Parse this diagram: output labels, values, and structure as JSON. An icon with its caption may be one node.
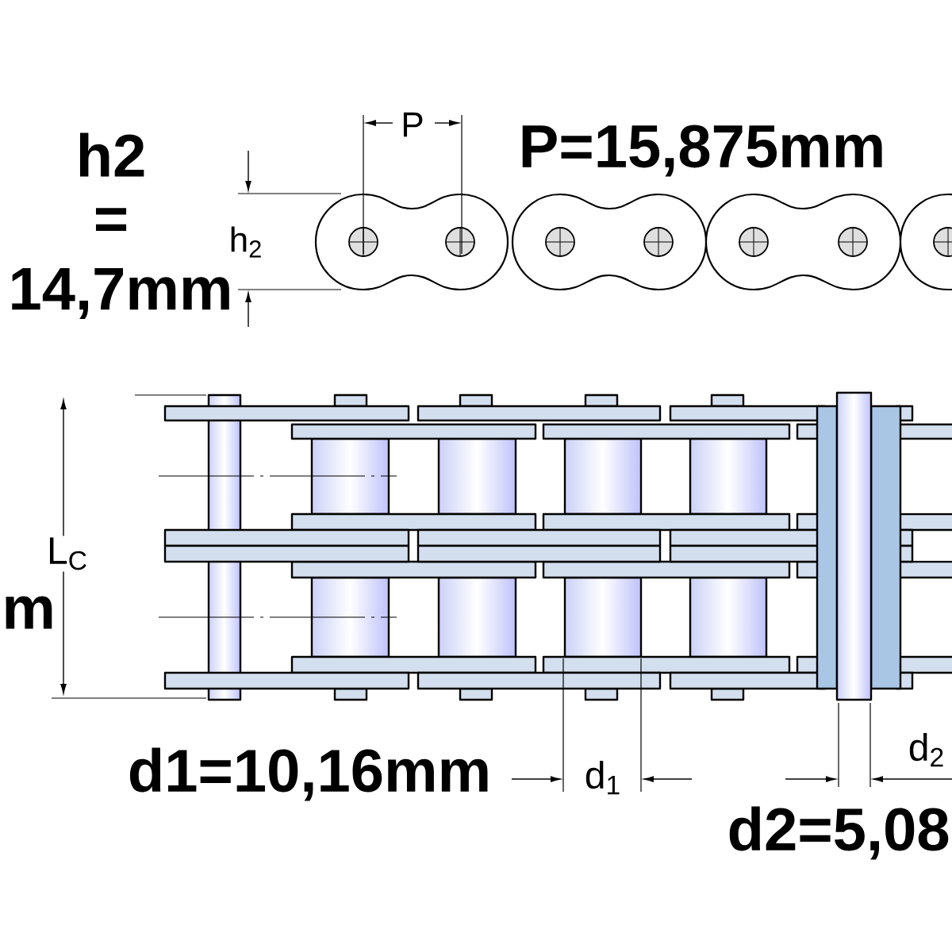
{
  "diagram": {
    "labels": [
      "h2",
      "P",
      "P=15,875mm",
      "=",
      "h$_{2}$",
      "14,7mm",
      "L$_{C}$",
      "m",
      "d1=10,16mm",
      "d$_{1}$",
      "d$_{2}$",
      "d2=5,08"
    ]
  }
}
